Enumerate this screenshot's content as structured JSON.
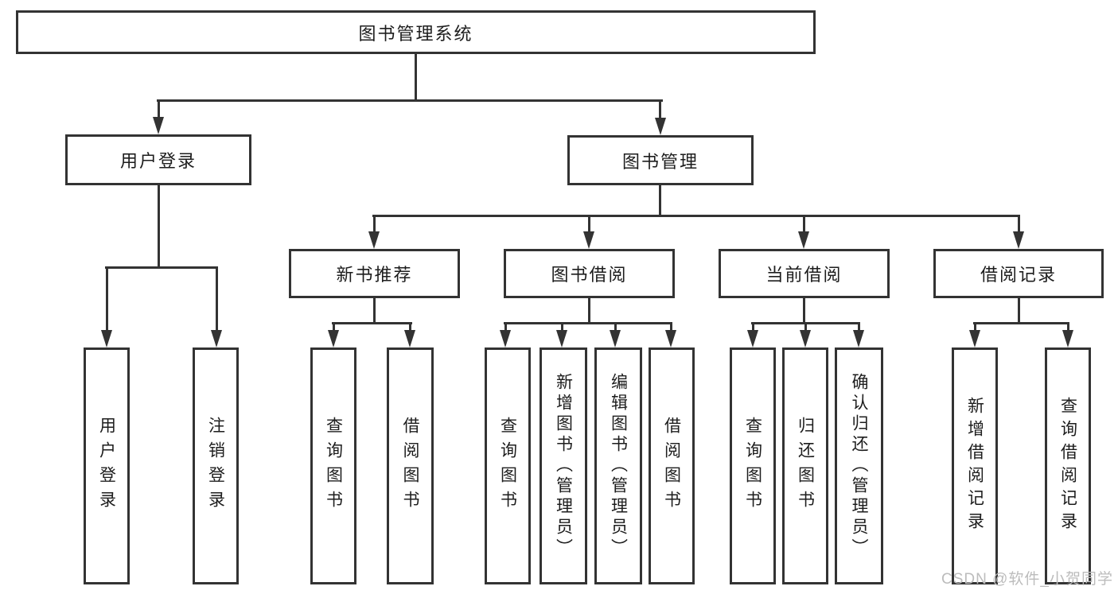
{
  "diagram": {
    "type": "hierarchy",
    "root": {
      "label": "图书管理系统"
    },
    "branches": {
      "userLogin": {
        "label": "用户登录",
        "leaves": {
          "login": {
            "label": "用户登录"
          },
          "logout": {
            "label": "注销登录"
          }
        }
      },
      "bookManagement": {
        "label": "图书管理",
        "sections": {
          "newBookRecommend": {
            "label": "新书推荐",
            "leaves": {
              "queryBooks": {
                "label": "查询图书"
              },
              "borrowBooks": {
                "label": "借阅图书"
              }
            }
          },
          "bookBorrowing": {
            "label": "图书借阅",
            "leaves": {
              "queryBooks": {
                "label": "查询图书"
              },
              "addBooks": {
                "label": "新增图书（管理员）"
              },
              "editBooks": {
                "label": "编辑图书（管理员）"
              },
              "borrowBooks": {
                "label": "借阅图书"
              }
            }
          },
          "currentBorrowing": {
            "label": "当前借阅",
            "leaves": {
              "queryBooks": {
                "label": "查询图书"
              },
              "returnBooks": {
                "label": "归还图书"
              },
              "confirmReturn": {
                "label": "确认归还（管理员）"
              }
            }
          },
          "borrowingRecords": {
            "label": "借阅记录",
            "leaves": {
              "addRecord": {
                "label": "新增借阅记录"
              },
              "queryRecord": {
                "label": "查询借阅记录"
              }
            }
          }
        }
      }
    },
    "colors": {
      "line": "#333333",
      "text": "#1d1d1d",
      "background": "#ffffff",
      "watermark": "#bcbcbc"
    }
  },
  "watermark": {
    "text": "CSDN @软件_小贺同学"
  }
}
